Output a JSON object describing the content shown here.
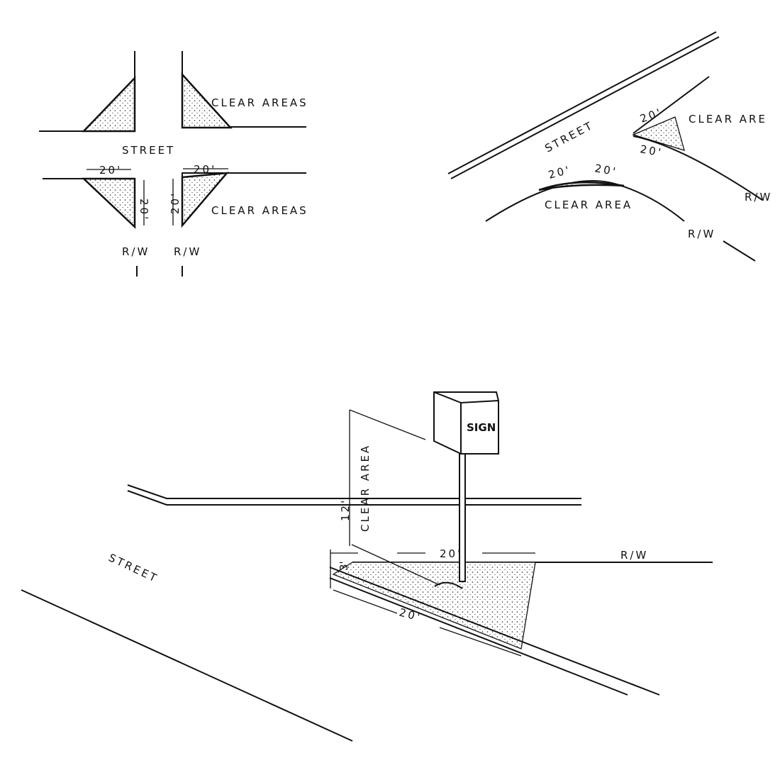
{
  "intersection": {
    "street_label": "STREET",
    "clear_areas_label_top": "CLEAR AREAS",
    "clear_areas_label_bottom": "CLEAR AREAS",
    "dim_left_horizontal": "20'",
    "dim_left_vertical": "20'",
    "dim_right_horizontal": "20'",
    "dim_right_vertical": "20'",
    "rw_left": "R/W",
    "rw_right": "R/W"
  },
  "curve": {
    "street_label": "STREET",
    "clear_area_label_right": "CLEAR ARE",
    "clear_area_label_bottom": "CLEAR AREA",
    "dim_right_top": "20'",
    "dim_right_bottom": "20'",
    "dim_bottom_left": "20'",
    "dim_bottom_right": "20'",
    "rw_right": "R/W",
    "rw_bottom": "R/W"
  },
  "sign_view": {
    "street_label": "STREET",
    "sign_label": "SIGN",
    "clear_area_label": "CLEAR AREA",
    "height_dim": "12'",
    "offset_dim": "3'",
    "width_dim": "20'",
    "length_dim": "20'",
    "rw_label": "R/W"
  }
}
